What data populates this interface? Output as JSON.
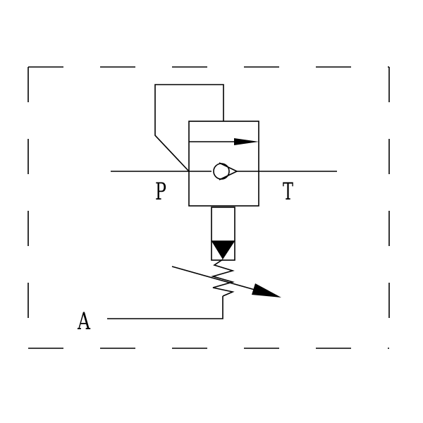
{
  "diagram": {
    "ports": {
      "p": "P",
      "t": "T",
      "a": "A"
    },
    "colors": {
      "stroke": "#000000",
      "background": "#ffffff"
    }
  }
}
